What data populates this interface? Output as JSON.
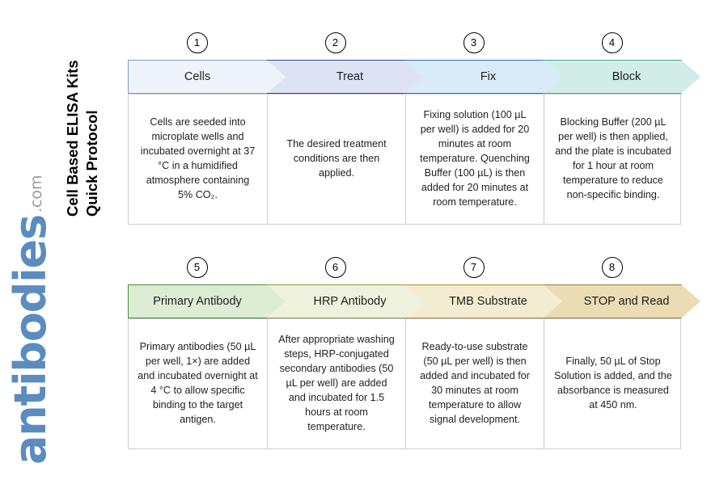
{
  "branding": {
    "title_line1": "Cell Based ELISA Kits",
    "title_line2": "Quick Protocol",
    "logo_word": "antibodies",
    "logo_suffix": ".com",
    "logo_color": "#5b8cc0",
    "logo_suffix_color": "#9b9b9b"
  },
  "rows": [
    {
      "steps": [
        {
          "number": "1",
          "label": "Cells",
          "description": "Cells are seeded into microplate wells and incubated overnight at 37 °C in a humidified atmosphere containing 5% CO₂.",
          "fill": "#eff4fa",
          "stroke": "#7b9cc4"
        },
        {
          "number": "2",
          "label": "Treat",
          "description": "The desired treatment conditions are then applied.",
          "fill": "#dde3f5",
          "stroke": "#2e4f84"
        },
        {
          "number": "3",
          "label": "Fix",
          "description": "Fixing solution (100 µL per well) is added for 20 minutes at room temperature. Quenching Buffer (100 µL) is then added for 20 minutes at room temperature.",
          "fill": "#d9eaf8",
          "stroke": "#3c6f9e"
        },
        {
          "number": "4",
          "label": "Block",
          "description": "Blocking Buffer (200 µL per well) is then applied, and the plate is incubated for 1 hour at room temperature to reduce non-specific binding.",
          "fill": "#d2ece8",
          "stroke": "#4e9e94"
        }
      ]
    },
    {
      "steps": [
        {
          "number": "5",
          "label": "Primary Antibody",
          "description": "Primary antibodies (50 µL per well, 1×) are added and incubated overnight at 4 °C to allow specific binding to the target antigen.",
          "fill": "#dcedd4",
          "stroke": "#4a8a3f"
        },
        {
          "number": "6",
          "label": "HRP Antibody",
          "description": "After appropriate washing steps, HRP-conjugated secondary antibodies (50 µL per well) are added and incubated for 1.5 hours at room temperature.",
          "fill": "#eef2dc",
          "stroke": "#8a9a3c"
        },
        {
          "number": "7",
          "label": "TMB Substrate",
          "description": "Ready-to-use substrate (50 µL per well) is then added and incubated for 30 minutes at room temperature to allow signal development.",
          "fill": "#f4ecd0",
          "stroke": "#a58b38"
        },
        {
          "number": "8",
          "label": "STOP and Read",
          "description": "Finally, 50 µL of Stop Solution is added, and the absorbance is measured at 450 nm.",
          "fill": "#ecdcb4",
          "stroke": "#9c7c33"
        }
      ]
    }
  ]
}
